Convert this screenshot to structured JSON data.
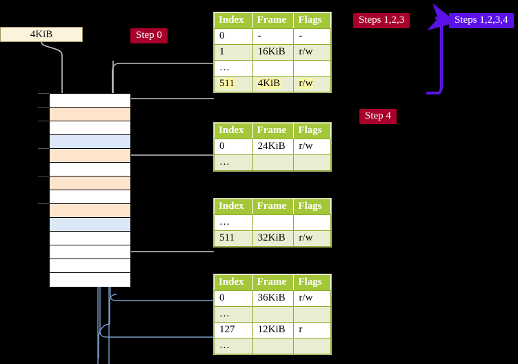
{
  "diagram": {
    "title_box": {
      "label": "4KiB"
    },
    "badges": [
      {
        "name": "step-0",
        "label": "Step 0",
        "color": "#a8002b"
      },
      {
        "name": "steps-1-2-3",
        "label": "Steps 1,2,3",
        "color": "#a8002b"
      },
      {
        "name": "steps-1-2-3-4",
        "label": "Steps 1,2,3,4",
        "color": "#5b12e8"
      },
      {
        "name": "step-4",
        "label": "Step 4",
        "color": "#a8002b"
      }
    ],
    "memory_block": {
      "rows": [
        {
          "fill": "white"
        },
        {
          "fill": "orange"
        },
        {
          "fill": "white"
        },
        {
          "fill": "blue"
        },
        {
          "fill": "orange"
        },
        {
          "fill": "white"
        },
        {
          "fill": "orange"
        },
        {
          "fill": "white"
        },
        {
          "fill": "orange"
        },
        {
          "fill": "blue"
        },
        {
          "fill": "white"
        },
        {
          "fill": "white"
        },
        {
          "fill": "white"
        },
        {
          "fill": "white"
        }
      ],
      "colors": {
        "white": "#ffffff",
        "orange": "#fde4cd",
        "blue": "#dce8f7"
      }
    },
    "tables": [
      {
        "name": "page-table-1",
        "headers": [
          "Index",
          "Frame",
          "Flags"
        ],
        "rows": [
          {
            "style": "plain",
            "cells": [
              "0",
              "-",
              "-"
            ],
            "highlight": false
          },
          {
            "style": "alt",
            "cells": [
              "1",
              "16KiB",
              "r/w"
            ],
            "highlight": false
          },
          {
            "style": "plain",
            "cells": [
              "…",
              "",
              ""
            ],
            "highlight": false
          },
          {
            "style": "alt",
            "cells": [
              "511",
              "4KiB",
              "r/w"
            ],
            "highlight": true
          }
        ]
      },
      {
        "name": "page-table-2",
        "headers": [
          "Index",
          "Frame",
          "Flags"
        ],
        "rows": [
          {
            "style": "plain",
            "cells": [
              "0",
              "24KiB",
              "r/w"
            ],
            "highlight": false
          },
          {
            "style": "alt",
            "cells": [
              "…",
              "",
              ""
            ],
            "highlight": false
          }
        ]
      },
      {
        "name": "page-table-3",
        "headers": [
          "Index",
          "Frame",
          "Flags"
        ],
        "rows": [
          {
            "style": "plain",
            "cells": [
              "…",
              "",
              ""
            ],
            "highlight": false
          },
          {
            "style": "alt",
            "cells": [
              "511",
              "32KiB",
              "r/w"
            ],
            "highlight": false
          }
        ]
      },
      {
        "name": "page-table-4",
        "headers": [
          "Index",
          "Frame",
          "Flags"
        ],
        "rows": [
          {
            "style": "plain",
            "cells": [
              "0",
              "36KiB",
              "r/w"
            ],
            "highlight": false
          },
          {
            "style": "alt",
            "cells": [
              "…",
              "",
              ""
            ],
            "highlight": false
          },
          {
            "style": "plain",
            "cells": [
              "127",
              "12KiB",
              "r"
            ],
            "highlight": false
          },
          {
            "style": "alt",
            "cells": [
              "…",
              "",
              ""
            ],
            "highlight": false
          }
        ]
      }
    ],
    "colors": {
      "table_header_green": "#a4c639",
      "table_alt_row": "#e9eed2",
      "highlight_yellow": "#fbf6a8",
      "badge_red": "#a8002b",
      "badge_violet": "#5b12e8",
      "wire_gray": "#b9b9b9",
      "wire_blue": "#7c9fc9",
      "arrow_blue": "#3b5f96",
      "background": "#000000"
    }
  }
}
